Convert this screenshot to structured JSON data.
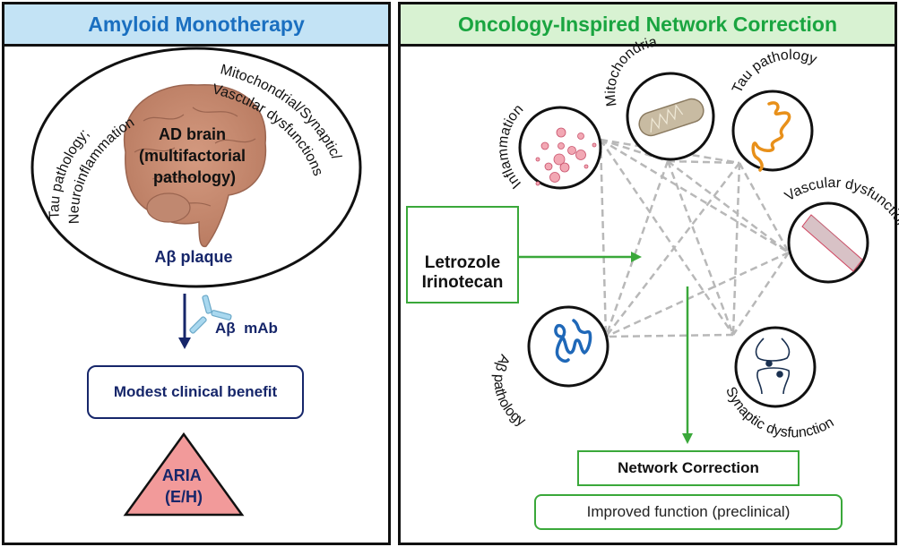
{
  "left_panel": {
    "title": "Amyloid Monotherapy",
    "brain_label_lines": [
      "AD brain",
      "(multifactorial",
      "pathology)"
    ],
    "left_arc_lines": [
      "Tau pathology;",
      "Neuroinflammation"
    ],
    "right_arc_lines": [
      "Mitochondrial/Synaptic/",
      "Vascular dysfunctions"
    ],
    "plaque_label": "Aβ plaque",
    "antibody_label": "Aβ  mAb",
    "benefit_label": "Modest clinical benefit",
    "aria_lines": [
      "ARIA",
      "(E/H)"
    ],
    "colors": {
      "header_bg": "#c3e3f5",
      "header_text": "#1a6fc0",
      "navy": "#16266a",
      "aria_fill": "#f29a9a"
    }
  },
  "right_panel": {
    "title": "Oncology-Inspired Network Correction",
    "drug_lines": [
      "Letrozole",
      "Irinotecan"
    ],
    "nodes": [
      {
        "id": "inflammation",
        "label": "Inflammation"
      },
      {
        "id": "mitochondria",
        "label": "Mitochondria"
      },
      {
        "id": "tau",
        "label": "Tau pathology"
      },
      {
        "id": "vascular",
        "label": "Vascular dysfunction"
      },
      {
        "id": "synaptic",
        "label": "Synaptic dysfunction"
      },
      {
        "id": "abeta",
        "label": "Aβ pathology"
      }
    ],
    "network_label": "Network Correction",
    "outcome_label": "Improved function (preclinical)",
    "colors": {
      "header_bg": "#d8f2d2",
      "header_text": "#1aa540",
      "green": "#3aa83a",
      "dash": "#b8b8b8"
    }
  }
}
